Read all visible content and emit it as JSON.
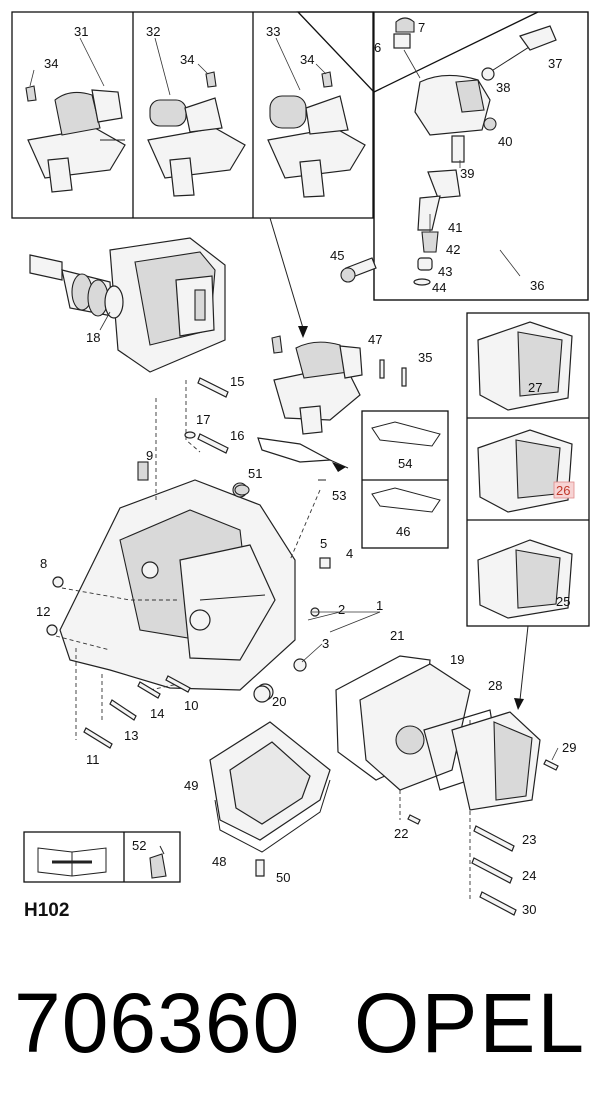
{
  "callouts": {
    "c1": "1",
    "c2": "2",
    "c3": "3",
    "c4": "4",
    "c5": "5",
    "c6": "6",
    "c7": "7",
    "c8": "8",
    "c9": "9",
    "c10": "10",
    "c11": "11",
    "c12": "12",
    "c13": "13",
    "c14": "14",
    "c15": "15",
    "c16": "16",
    "c17": "17",
    "c18": "18",
    "c19": "19",
    "c20": "20",
    "c21": "21",
    "c22": "22",
    "c23": "23",
    "c24": "24",
    "c25": "25",
    "c26": "26",
    "c27": "27",
    "c28": "28",
    "c29": "29",
    "c30": "30",
    "c31": "31",
    "c32": "32",
    "c33": "33",
    "c34": "34",
    "c35": "35",
    "c36": "36",
    "c37": "37",
    "c38": "38",
    "c39": "39",
    "c40": "40",
    "c41": "41",
    "c42": "42",
    "c43": "43",
    "c44": "44",
    "c45": "45",
    "c46": "46",
    "c47": "47",
    "c48": "48",
    "c49": "49",
    "c50": "50",
    "c51": "51",
    "c52": "52",
    "c53": "53",
    "c54": "54"
  },
  "highlight_color": "#f7d4d4",
  "diagram_code": "H102",
  "part_number": "706360",
  "brand": "OPEL"
}
